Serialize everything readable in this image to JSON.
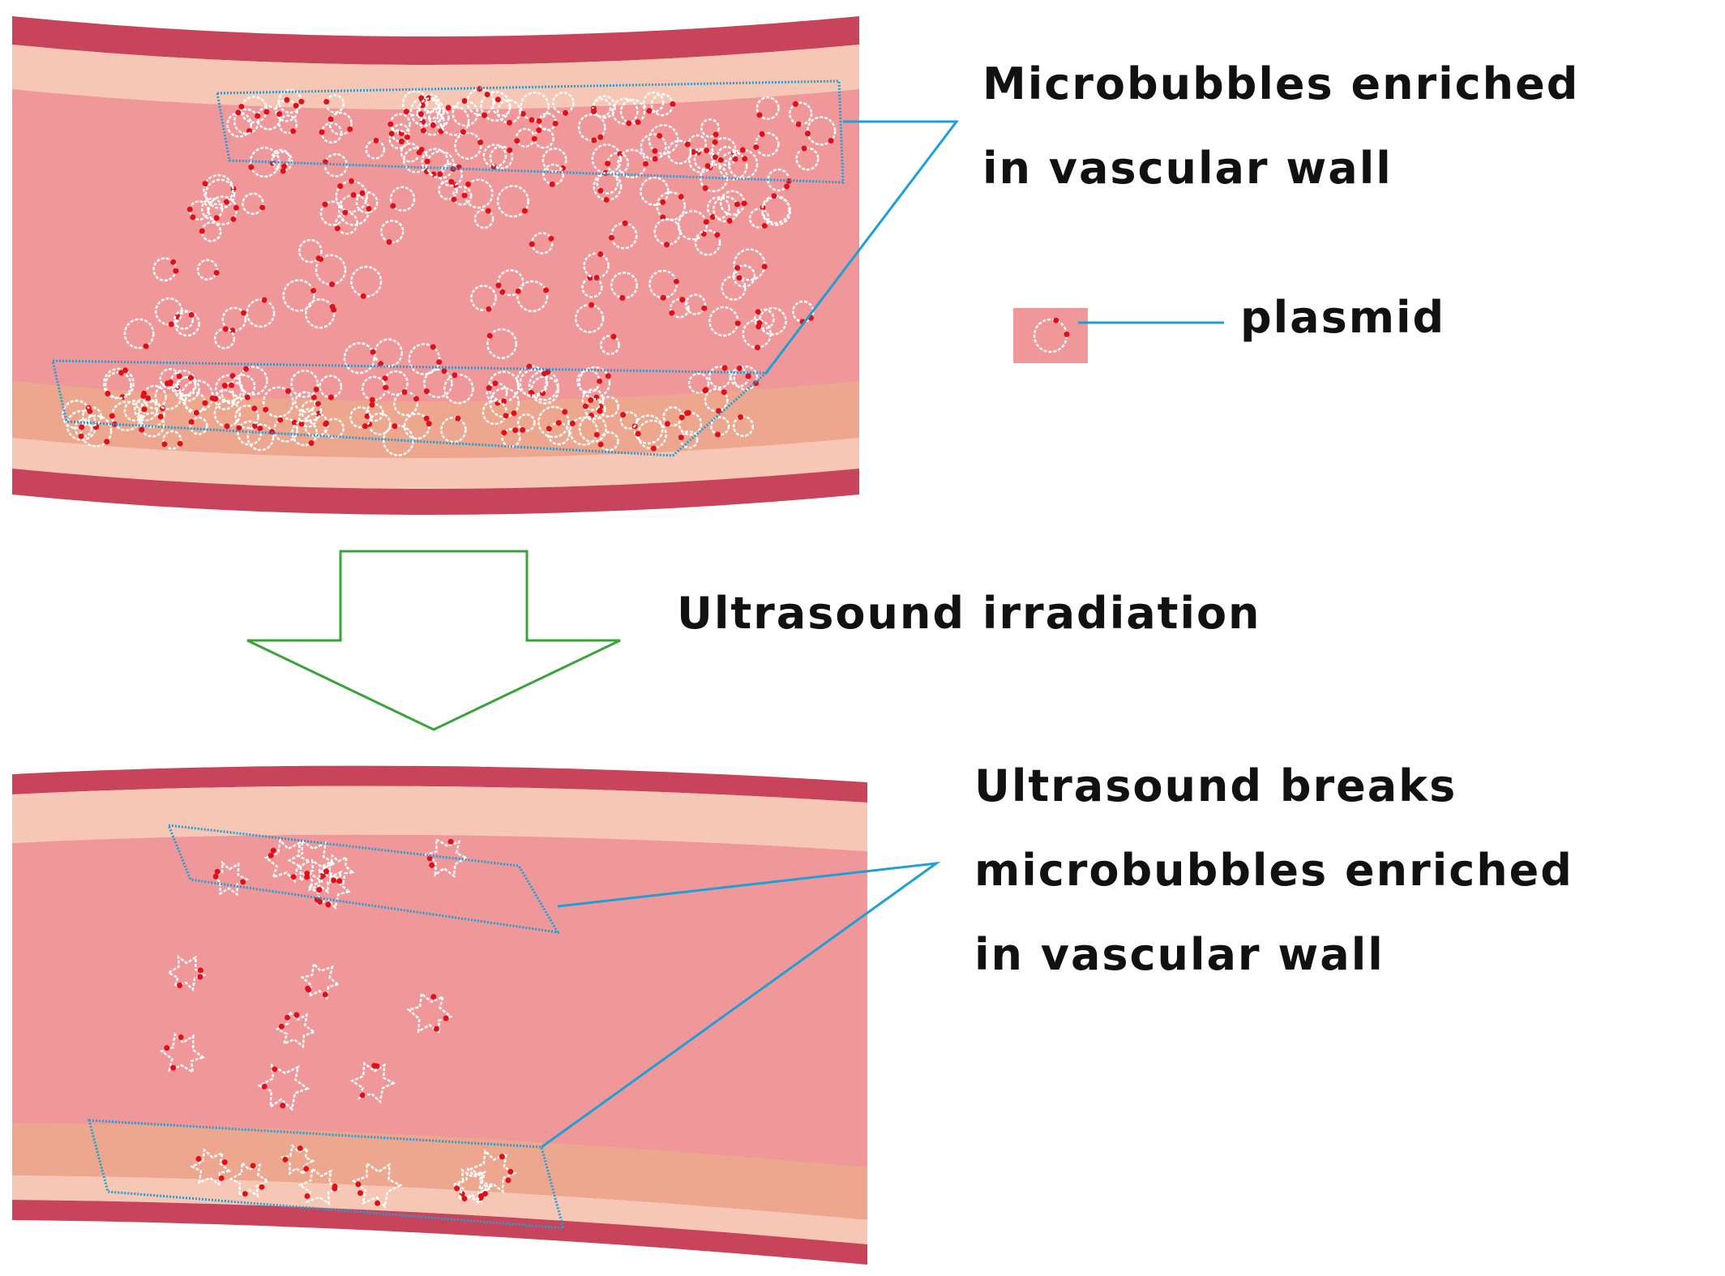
{
  "labels": {
    "top_line1": "Microbubbles enriched",
    "top_line2": "in vascular wall",
    "plasmid": "plasmid",
    "arrow": "Ultrasound irradiation",
    "bottom_line1": "Ultrasound breaks",
    "bottom_line2": "microbubbles enriched",
    "bottom_line3": "in vascular wall"
  },
  "colors": {
    "lumen": "#f0979a",
    "wall_dark": "#c8445a",
    "wall_light": "#f6c7b5",
    "muscle": "#eda78f",
    "box_outline": "#1e9fd6",
    "arrow_outline": "#3aa43a",
    "plasmid_dot": "#e0101a",
    "bubble_outline": "#ffffff"
  },
  "icons": {
    "intact_bubble": "circle-bubble-icon",
    "broken_bubble": "star-burst-bubble-icon"
  }
}
